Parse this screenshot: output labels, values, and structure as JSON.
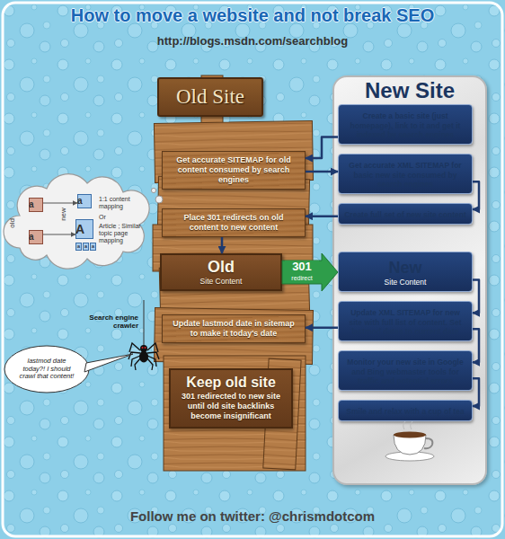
{
  "diagram": {
    "title": "How to move a website and not break SEO",
    "caption": "Follow me on twitter: @chrismdotcom",
    "nodes": [
      {
        "text": [
          "Old Site"
        ]
      },
      {
        "text": [
          "Get accurate SITEMAP for old content consumed by search engines"
        ]
      },
      {
        "text": [
          "Place 301 redirects on old content to new content"
        ]
      },
      {
        "text": [
          "Old",
          "Site Content"
        ]
      },
      {
        "text": [
          "Update lastmod date in sitemap to make it today's date"
        ]
      },
      {
        "text": [
          "Keep old site",
          "301 redirected to new site until old site backlinks become insignificant"
        ]
      },
      {
        "text": [
          "New Site"
        ]
      },
      {
        "text": [
          "Create a basic site (just homepage), link to it and get it indexed by search engines"
        ],
        "in": 6
      },
      {
        "text": [
          "Get accurate XML SITEMAP for basic new site consumed by search engines"
        ],
        "in": 6
      },
      {
        "text": [
          "Create full set of new site content"
        ],
        "in": 6
      },
      {
        "text": [
          "New",
          "Site Content"
        ],
        "in": 6
      },
      {
        "text": [
          "Update XML SITEMAP for new site with full list of content. Set lastmod dates to current date"
        ],
        "in": 6
      },
      {
        "text": [
          "Monitor your new site in Google and Bing webmaster tools for traffic and potential errors"
        ],
        "in": 6
      },
      {
        "text": [
          "Smile and relax with a cup of tea"
        ],
        "in": 6
      },
      {
        "text": [
          "1:1 content mapping",
          "Or",
          "Article ; Similar topic page mapping"
        ]
      },
      {
        "text": [
          "a"
        ],
        "in": 14
      },
      {
        "text": [
          "a"
        ],
        "in": 14
      },
      {
        "text": [
          "a"
        ],
        "in": 14
      },
      {
        "text": [
          "A"
        ],
        "in": 14
      },
      {
        "text": [
          "lastmod date today?! I should crawl that content!"
        ]
      }
    ],
    "edges": [
      {
        "from": 7,
        "to": 1,
        "arrow": "to"
      },
      {
        "from": 1,
        "to": 8,
        "arrow": "to"
      },
      {
        "from": 8,
        "to": 9,
        "arrow": "to"
      },
      {
        "from": 9,
        "to": 2,
        "arrow": "to"
      },
      {
        "from": 2,
        "to": 3,
        "arrow": "to"
      },
      {
        "from": 3,
        "to": 10,
        "label": "301",
        "arrow": "to"
      },
      {
        "from": 10,
        "to": 11,
        "arrow": "to"
      },
      {
        "from": 11,
        "to": 4,
        "arrow": "to"
      },
      {
        "from": 11,
        "to": 12,
        "arrow": "to"
      },
      {
        "from": 12,
        "to": 13,
        "arrow": "to"
      },
      {
        "from": 15,
        "to": 17,
        "arrow": "to"
      },
      {
        "from": 16,
        "to": 18,
        "arrow": "to"
      }
    ],
    "labels": [
      "http://blogs.msdn.com/searchblog",
      "old",
      "new",
      "a",
      "a",
      "a",
      "Search engine crawler",
      "redirect"
    ]
  }
}
